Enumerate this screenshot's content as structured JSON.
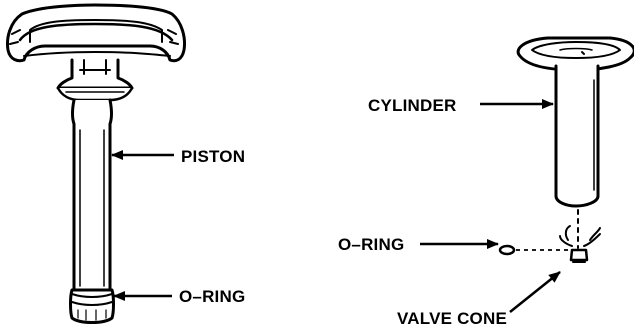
{
  "labels": {
    "piston": "PISTON",
    "oring_piston": "O–RING",
    "cylinder": "CYLINDER",
    "oring_cone": "O–RING",
    "valve_cone": "VALVE CONE"
  }
}
